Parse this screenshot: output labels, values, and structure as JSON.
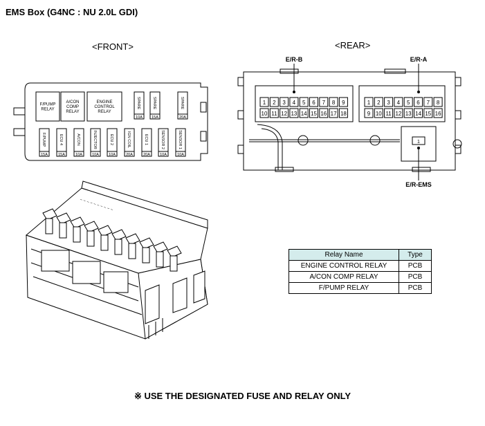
{
  "title": "EMS Box (G4NC : NU 2.0L GDI)",
  "front_label": "<FRONT>",
  "rear_label": "<REAR>",
  "front": {
    "relays": [
      {
        "lines": [
          "F/PUMP",
          "RELAY"
        ]
      },
      {
        "lines": [
          "A/CON",
          "COMP",
          "RELAY"
        ]
      },
      {
        "lines": [
          "ENGINE",
          "CONTROL",
          "RELAY"
        ]
      }
    ],
    "top_fuses": [
      {
        "name": "SPARE",
        "rating": "10A"
      },
      {
        "name": "SPARE",
        "rating": "15A"
      },
      {
        "name": "SPARE",
        "rating": "20A"
      }
    ],
    "bottom_fuses": [
      {
        "name": "F/PUMP",
        "rating": "15A"
      },
      {
        "name": "ECU 4",
        "rating": "15A"
      },
      {
        "name": "A/CON",
        "rating": "10A"
      },
      {
        "name": "INJECTOR",
        "rating": "10A"
      },
      {
        "name": "ECU 2",
        "rating": "10A"
      },
      {
        "name": "IGN COIL",
        "rating": "20A"
      },
      {
        "name": "ECU 1",
        "rating": "20A"
      },
      {
        "name": "SENSOR 2",
        "rating": "10A"
      },
      {
        "name": "SENSOR 1",
        "rating": "10A"
      }
    ]
  },
  "rear": {
    "connector_b": {
      "label": "E/R-B",
      "row1": [
        "1",
        "2",
        "3",
        "4",
        "5",
        "6",
        "7",
        "8",
        "9"
      ],
      "row2": [
        "10",
        "11",
        "12",
        "13",
        "14",
        "15",
        "16",
        "17",
        "18"
      ]
    },
    "connector_a": {
      "label": "E/R-A",
      "row1": [
        "1",
        "2",
        "3",
        "4",
        "5",
        "6",
        "7",
        "8"
      ],
      "row2": [
        "9",
        "10",
        "11",
        "12",
        "13",
        "14",
        "15",
        "16"
      ]
    },
    "connector_ems": {
      "label": "E/R-EMS",
      "pin": "1"
    }
  },
  "relay_table": {
    "headers": [
      "Relay Name",
      "Type"
    ],
    "rows": [
      [
        "ENGINE CONTROL RELAY",
        "PCB"
      ],
      [
        "A/CON COMP RELAY",
        "PCB"
      ],
      [
        "F/PUMP RELAY",
        "PCB"
      ]
    ]
  },
  "note": "※ USE THE DESIGNATED FUSE AND RELAY ONLY"
}
